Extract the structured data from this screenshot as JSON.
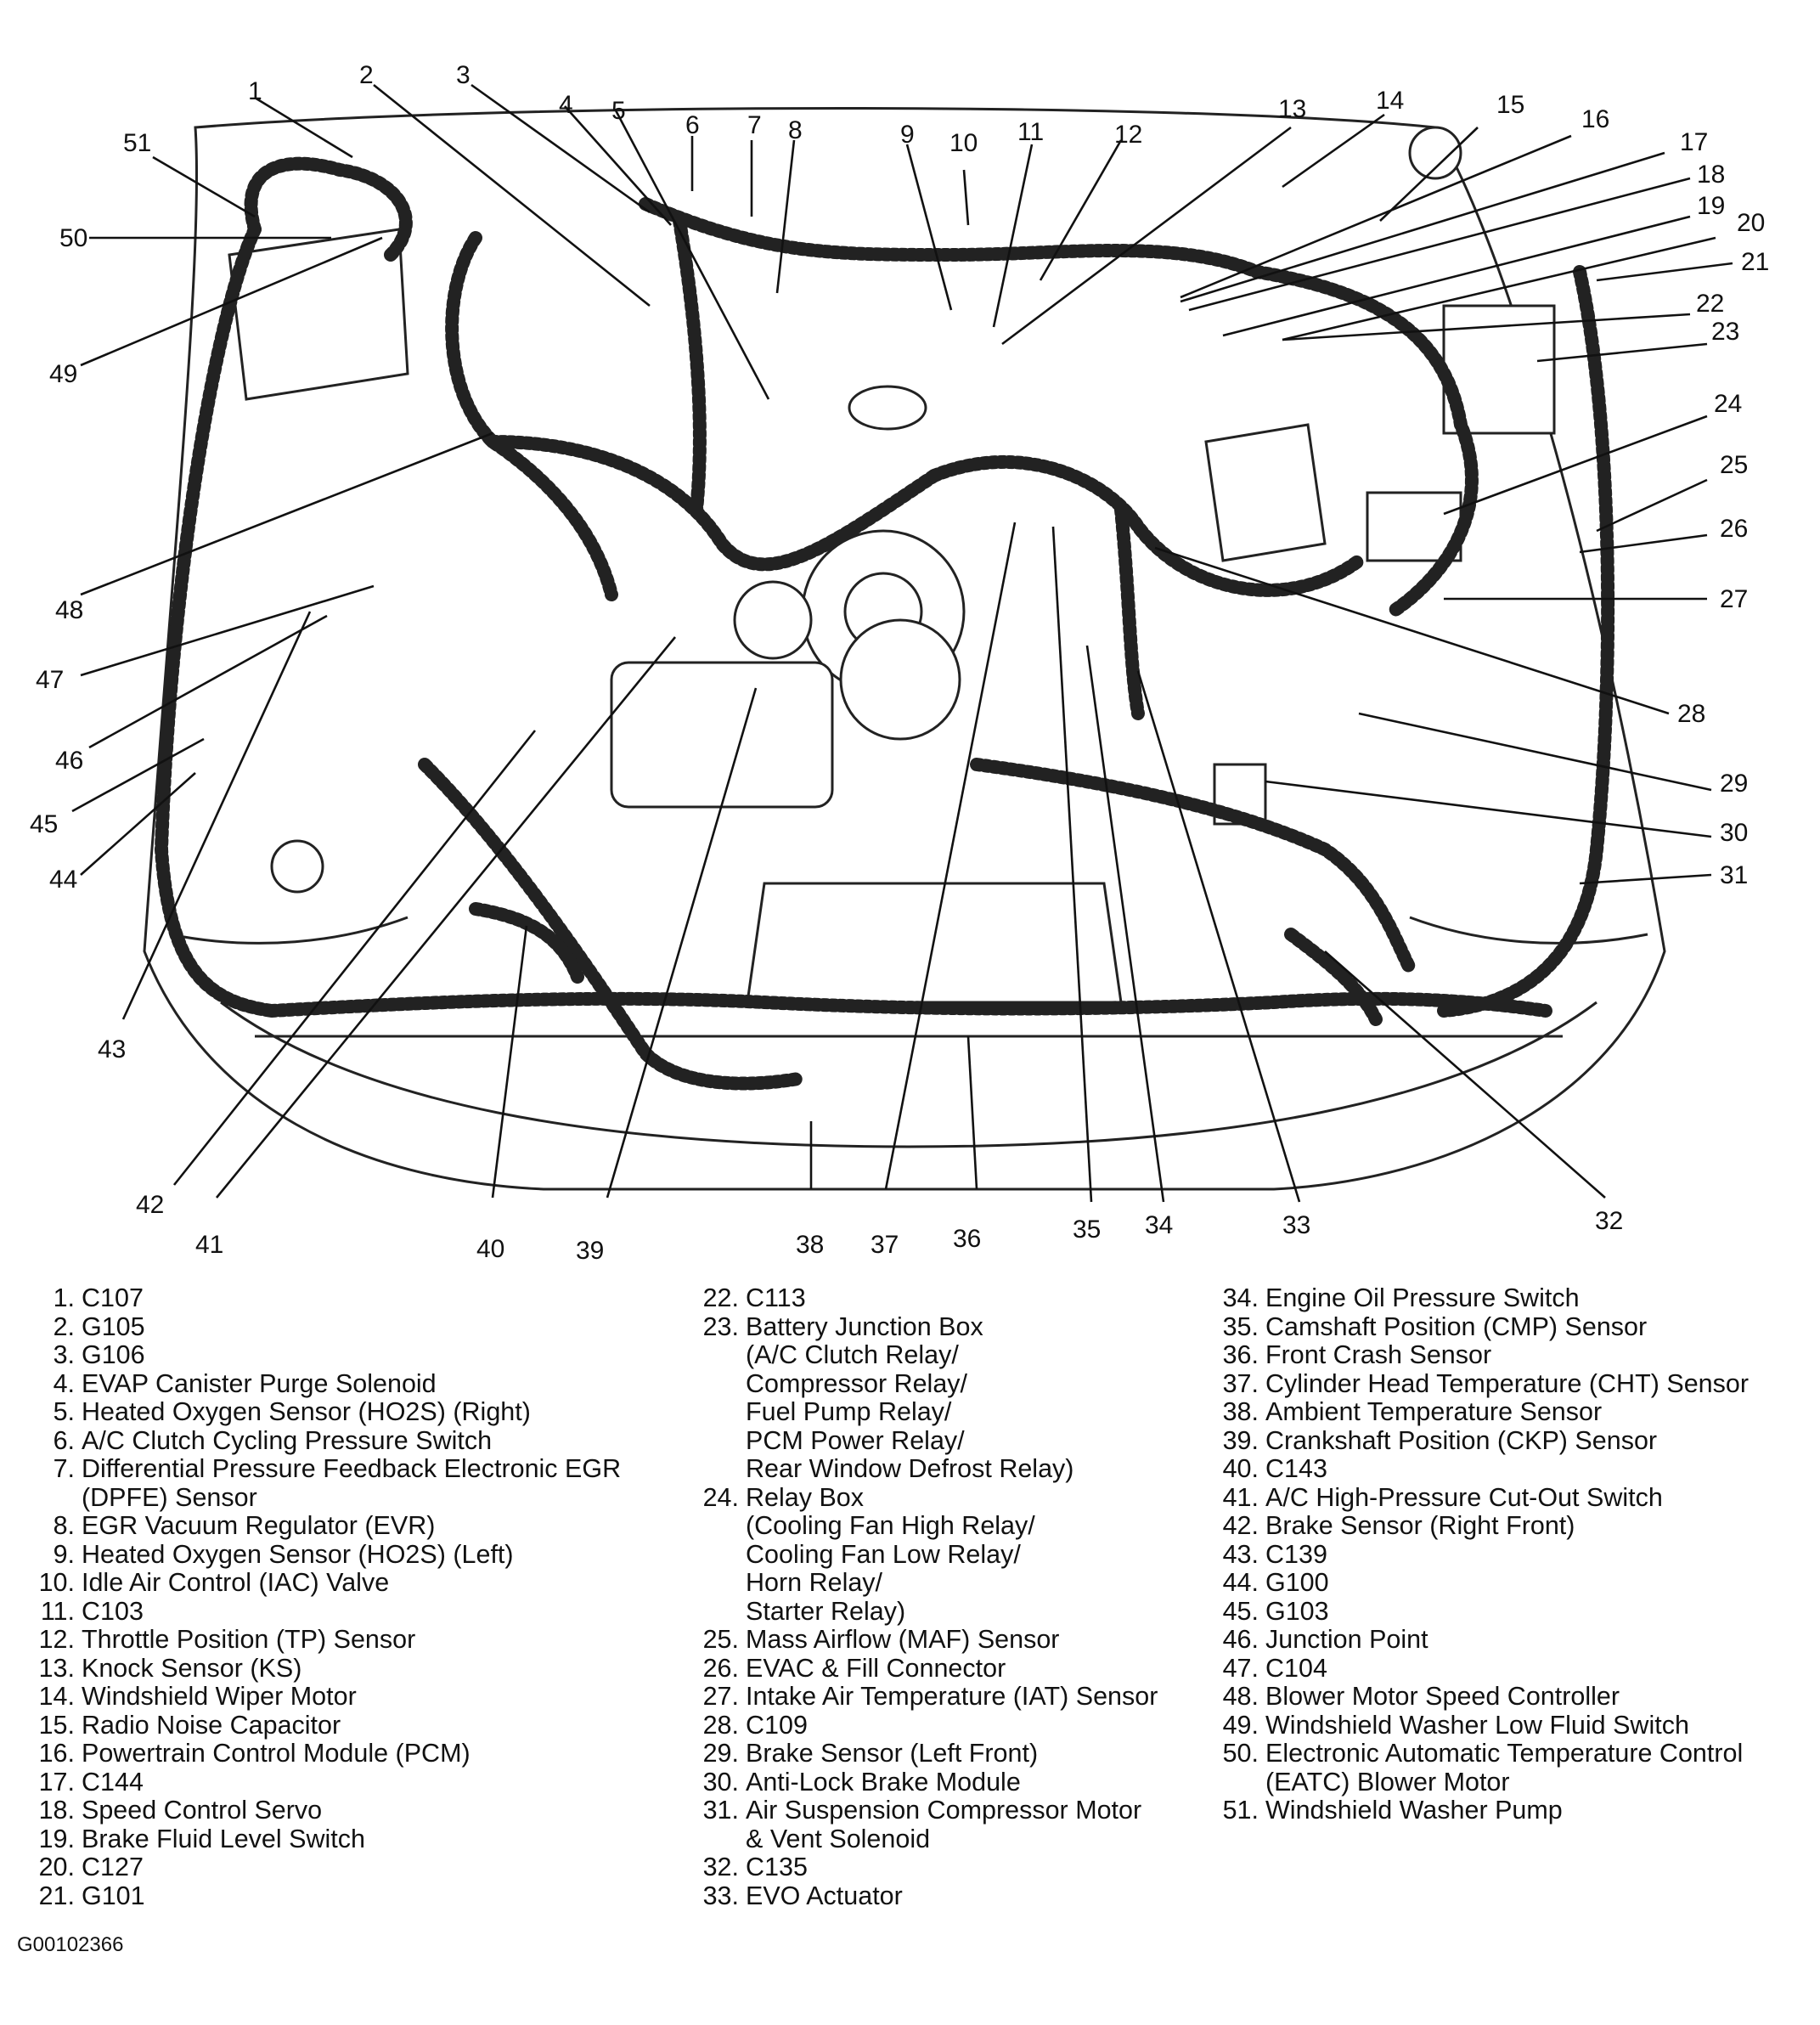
{
  "callouts": [
    {
      "num": "1"
    },
    {
      "num": "2"
    },
    {
      "num": "3"
    },
    {
      "num": "4"
    },
    {
      "num": "5"
    },
    {
      "num": "6"
    },
    {
      "num": "7"
    },
    {
      "num": "8"
    },
    {
      "num": "9"
    },
    {
      "num": "10"
    },
    {
      "num": "11"
    },
    {
      "num": "12"
    },
    {
      "num": "13"
    },
    {
      "num": "14"
    },
    {
      "num": "15"
    },
    {
      "num": "16"
    },
    {
      "num": "17"
    },
    {
      "num": "18"
    },
    {
      "num": "19"
    },
    {
      "num": "20"
    },
    {
      "num": "21"
    },
    {
      "num": "22"
    },
    {
      "num": "23"
    },
    {
      "num": "24"
    },
    {
      "num": "25"
    },
    {
      "num": "26"
    },
    {
      "num": "27"
    },
    {
      "num": "28"
    },
    {
      "num": "29"
    },
    {
      "num": "30"
    },
    {
      "num": "31"
    },
    {
      "num": "32"
    },
    {
      "num": "33"
    },
    {
      "num": "34"
    },
    {
      "num": "35"
    },
    {
      "num": "36"
    },
    {
      "num": "37"
    },
    {
      "num": "38"
    },
    {
      "num": "39"
    },
    {
      "num": "40"
    },
    {
      "num": "41"
    },
    {
      "num": "42"
    },
    {
      "num": "43"
    },
    {
      "num": "44"
    },
    {
      "num": "45"
    },
    {
      "num": "46"
    },
    {
      "num": "47"
    },
    {
      "num": "48"
    },
    {
      "num": "49"
    },
    {
      "num": "50"
    },
    {
      "num": "51"
    }
  ],
  "legend": {
    "column1": [
      {
        "num": "1.",
        "lines": [
          "C107"
        ]
      },
      {
        "num": "2.",
        "lines": [
          "G105"
        ]
      },
      {
        "num": "3.",
        "lines": [
          "G106"
        ]
      },
      {
        "num": "4.",
        "lines": [
          "EVAP Canister Purge Solenoid"
        ]
      },
      {
        "num": "5.",
        "lines": [
          "Heated Oxygen Sensor (HO2S) (Right)"
        ]
      },
      {
        "num": "6.",
        "lines": [
          "A/C Clutch Cycling Pressure Switch"
        ]
      },
      {
        "num": "7.",
        "lines": [
          "Differential Pressure Feedback Electronic EGR",
          "(DPFE) Sensor"
        ]
      },
      {
        "num": "8.",
        "lines": [
          "EGR Vacuum Regulator (EVR)"
        ]
      },
      {
        "num": "9.",
        "lines": [
          "Heated Oxygen Sensor (HO2S) (Left)"
        ]
      },
      {
        "num": "10.",
        "lines": [
          "Idle Air Control (IAC) Valve"
        ]
      },
      {
        "num": "11.",
        "lines": [
          "C103"
        ]
      },
      {
        "num": "12.",
        "lines": [
          "Throttle Position (TP) Sensor"
        ]
      },
      {
        "num": "13.",
        "lines": [
          "Knock Sensor (KS)"
        ]
      },
      {
        "num": "14.",
        "lines": [
          "Windshield Wiper Motor"
        ]
      },
      {
        "num": "15.",
        "lines": [
          "Radio Noise Capacitor"
        ]
      },
      {
        "num": "16.",
        "lines": [
          "Powertrain Control Module (PCM)"
        ]
      },
      {
        "num": "17.",
        "lines": [
          "C144"
        ]
      },
      {
        "num": "18.",
        "lines": [
          "Speed Control Servo"
        ]
      },
      {
        "num": "19.",
        "lines": [
          "Brake Fluid Level Switch"
        ]
      },
      {
        "num": "20.",
        "lines": [
          "C127"
        ]
      },
      {
        "num": "21.",
        "lines": [
          "G101"
        ]
      }
    ],
    "column2": [
      {
        "num": "22.",
        "lines": [
          "C113"
        ]
      },
      {
        "num": "23.",
        "lines": [
          "Battery Junction Box",
          "(A/C Clutch Relay/",
          "Compressor Relay/",
          "Fuel Pump Relay/",
          "PCM Power Relay/",
          "Rear Window Defrost Relay)"
        ]
      },
      {
        "num": "24.",
        "lines": [
          "Relay Box",
          "(Cooling Fan High Relay/",
          "Cooling Fan Low Relay/",
          "Horn Relay/",
          "Starter Relay)"
        ]
      },
      {
        "num": "25.",
        "lines": [
          "Mass Airflow (MAF) Sensor"
        ]
      },
      {
        "num": "26.",
        "lines": [
          "EVAC & Fill Connector"
        ]
      },
      {
        "num": "27.",
        "lines": [
          "Intake Air Temperature (IAT) Sensor"
        ]
      },
      {
        "num": "28.",
        "lines": [
          "C109"
        ]
      },
      {
        "num": "29.",
        "lines": [
          "Brake Sensor (Left Front)"
        ]
      },
      {
        "num": "30.",
        "lines": [
          "Anti-Lock Brake Module"
        ]
      },
      {
        "num": "31.",
        "lines": [
          "Air Suspension Compressor Motor",
          "& Vent Solenoid"
        ]
      },
      {
        "num": "32.",
        "lines": [
          "C135"
        ]
      },
      {
        "num": "33.",
        "lines": [
          "EVO Actuator"
        ]
      }
    ],
    "column3": [
      {
        "num": "34.",
        "lines": [
          "Engine Oil Pressure Switch"
        ]
      },
      {
        "num": "35.",
        "lines": [
          "Camshaft Position (CMP) Sensor"
        ]
      },
      {
        "num": "36.",
        "lines": [
          "Front Crash Sensor"
        ]
      },
      {
        "num": "37.",
        "lines": [
          "Cylinder Head Temperature (CHT) Sensor"
        ]
      },
      {
        "num": "38.",
        "lines": [
          "Ambient Temperature Sensor"
        ]
      },
      {
        "num": "39.",
        "lines": [
          "Crankshaft Position (CKP) Sensor"
        ]
      },
      {
        "num": "40.",
        "lines": [
          "C143"
        ]
      },
      {
        "num": "41.",
        "lines": [
          "A/C High-Pressure Cut-Out Switch"
        ]
      },
      {
        "num": "42.",
        "lines": [
          "Brake Sensor (Right Front)"
        ]
      },
      {
        "num": "43.",
        "lines": [
          "C139"
        ]
      },
      {
        "num": "44.",
        "lines": [
          "G100"
        ]
      },
      {
        "num": "45.",
        "lines": [
          "G103"
        ]
      },
      {
        "num": "46.",
        "lines": [
          "Junction Point"
        ]
      },
      {
        "num": "47.",
        "lines": [
          "C104"
        ]
      },
      {
        "num": "48.",
        "lines": [
          "Blower Motor Speed Controller"
        ]
      },
      {
        "num": "49.",
        "lines": [
          "Windshield Washer Low Fluid Switch"
        ]
      },
      {
        "num": "50.",
        "lines": [
          "Electronic Automatic Temperature Control",
          "(EATC) Blower Motor"
        ]
      },
      {
        "num": "51.",
        "lines": [
          "Windshield Washer Pump"
        ]
      }
    ]
  },
  "figure_id": "G00102366"
}
